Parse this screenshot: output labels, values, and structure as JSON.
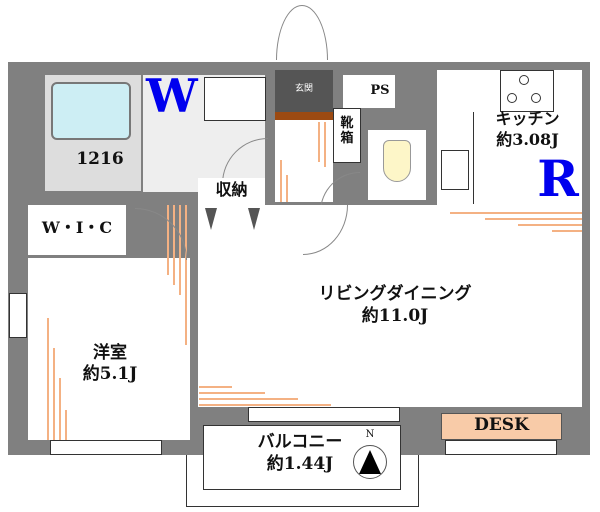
{
  "labels": {
    "bath_size": "1216",
    "washroom_mark": "W",
    "entrance": "玄関",
    "shoe_box": "靴箱",
    "ps": "PS",
    "kitchen_name": "キッチン",
    "kitchen_size": "約3.08J",
    "refrigerator_mark": "R",
    "storage": "収納",
    "wic": "W・I・C",
    "living_name": "リビングダイニング",
    "living_size": "約11.0J",
    "western_room_name": "洋室",
    "western_room_size": "約5.1J",
    "balcony_name": "バルコニー",
    "balcony_size": "約1.44J",
    "desk": "DESK",
    "north": "N"
  },
  "colors": {
    "wall": "#808080",
    "mark": "#0000ee",
    "desk": "#f8cba8",
    "entrance": "#555555",
    "step": "#9c4a12",
    "flooring": "#f4b183"
  }
}
